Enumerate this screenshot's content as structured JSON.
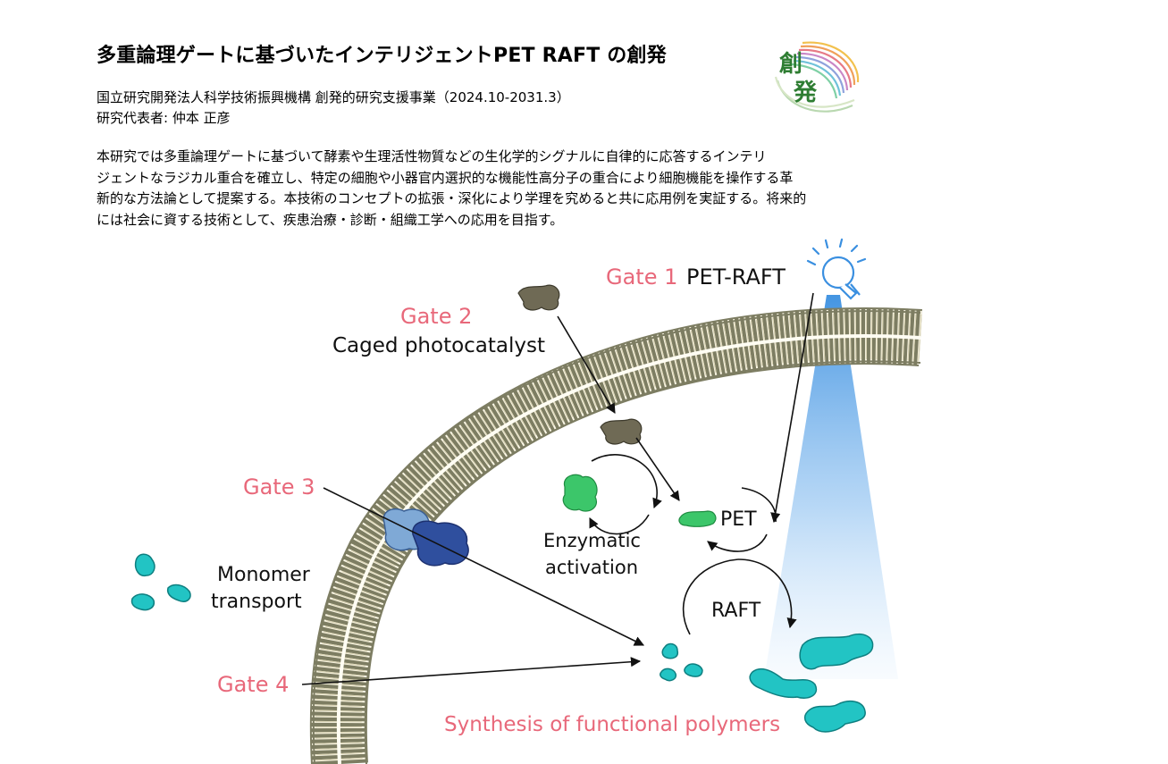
{
  "header": {
    "title": "多重論理ゲートに基づいたインテリジェントPET RAFT の創発",
    "program": "国立研究開発法人科学技術振興機構 創発的研究支援事業（2024.10-2031.3）",
    "representative": "研究代表者: 仲本 正彦",
    "logo_text": "創発"
  },
  "abstract": {
    "lines": [
      "本研究では多重論理ゲートに基づいて酵素や生理活性物質などの生化学的シグナルに自律的に応答するインテリ",
      "ジェントなラジカル重合を確立し、特定の細胞や小器官内選択的な機能性高分子の重合により細胞機能を操作する革",
      "新的な方法論として提案する。本技術のコンセプトの拡張・深化により学理を究めると共に応用例を実証する。将来的",
      "には社会に資する技術として、疾患治療・診断・組織工学への応用を目指す。"
    ]
  },
  "diagram": {
    "gate1_label": "Gate 1",
    "gate1_text": "PET-RAFT",
    "gate2_label": "Gate 2",
    "gate2_text": "Caged photocatalyst",
    "gate3_label": "Gate 3",
    "gate4_label": "Gate 4",
    "monomer_line1": "Monomer",
    "monomer_line2": "transport",
    "enzymatic_line1": "Enzymatic",
    "enzymatic_line2": "activation",
    "pet_label": "PET",
    "raft_label": "RAFT",
    "synthesis_label": "Synthesis of functional polymers",
    "colors": {
      "gate_pink": "#e8687a",
      "membrane_outline": "#7d7d62",
      "membrane_fill": "#fbf7e6",
      "monomer_cyan": "#22c4c4",
      "catalyst_green": "#3cc66a",
      "caged_gray": "#6f6a55",
      "transporter_light": "#7fa9d6",
      "transporter_dark": "#2f4f9e",
      "light_blue": "#3a8fe0"
    }
  }
}
